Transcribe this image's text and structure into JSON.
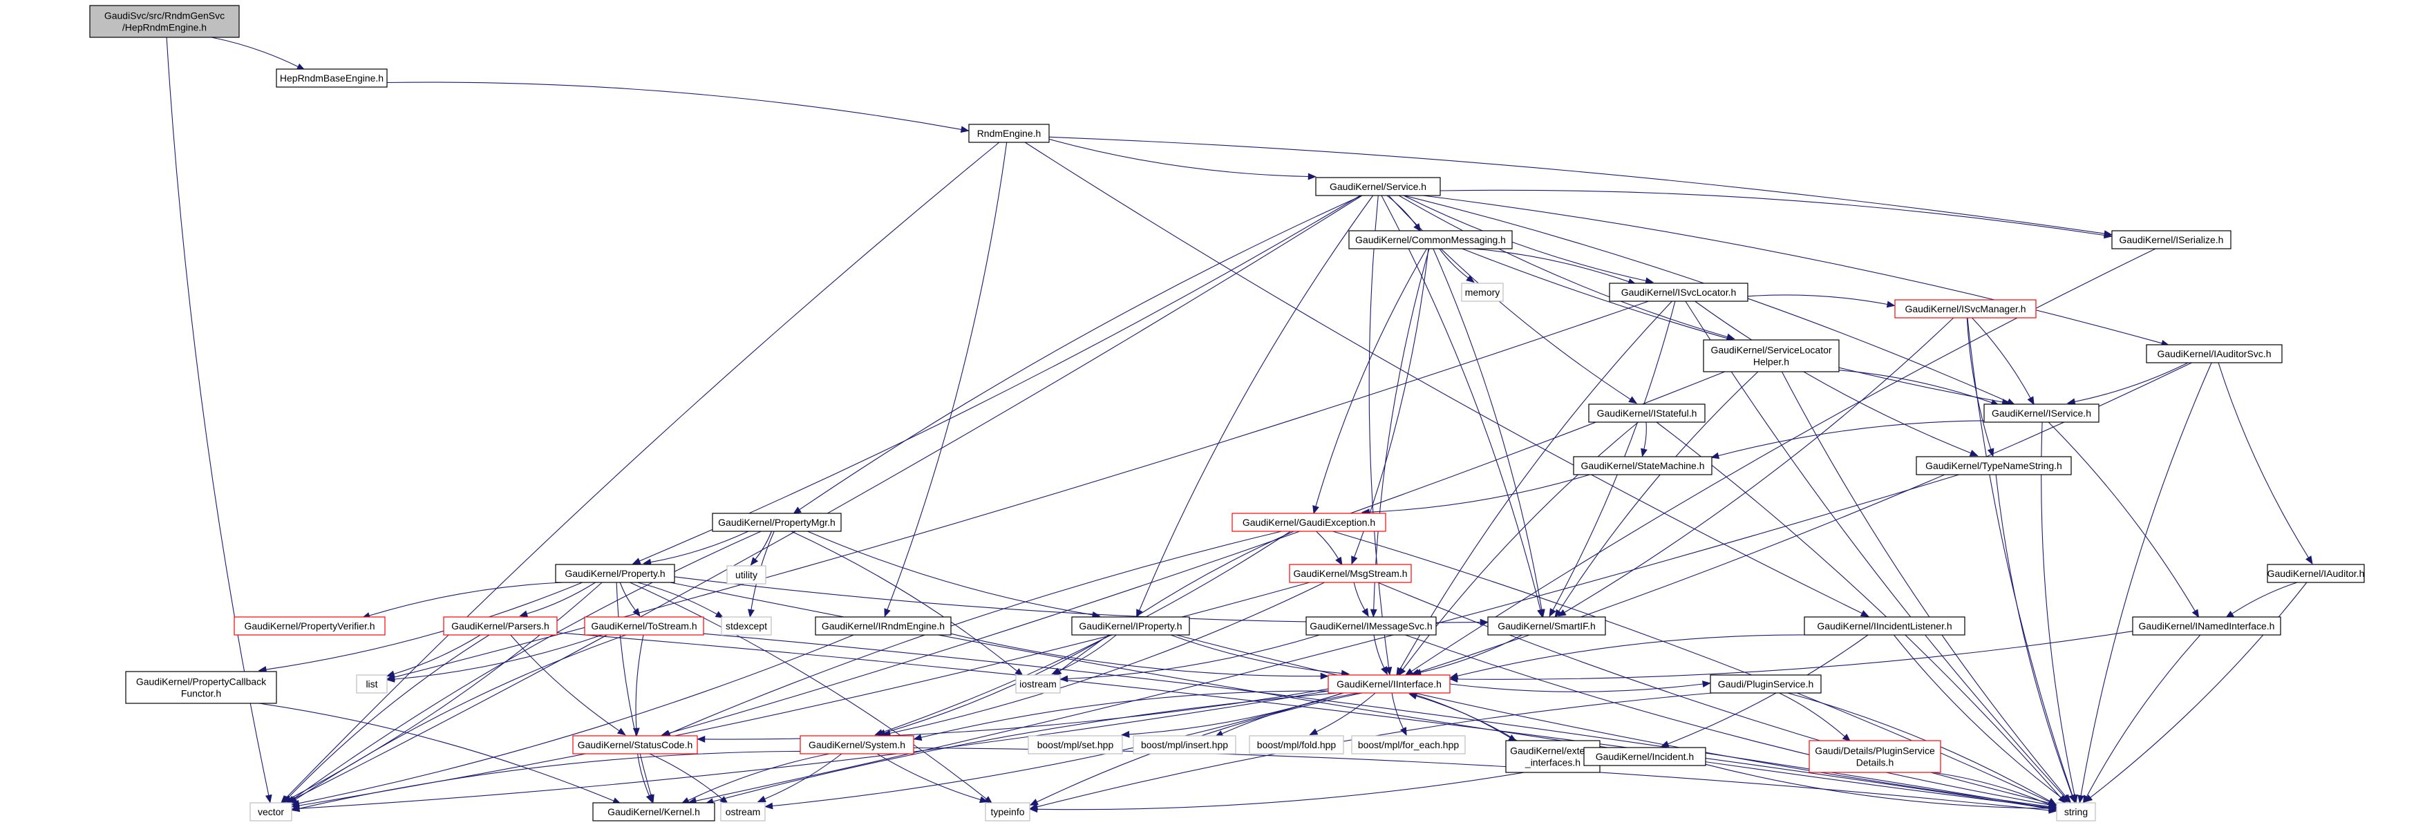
{
  "colors": {
    "edge": "#191970",
    "border_normal": "#000000",
    "border_truncated": "#ff0000",
    "border_external": "#bfbfbf",
    "fill_root": "#bfbfbf",
    "fill_normal": "#ffffff"
  },
  "nodes": [
    {
      "id": "root",
      "lines": [
        "GaudiSvc/src/RndmGenSvc",
        "/HepRndmEngine.h"
      ],
      "kind": "root"
    },
    {
      "id": "hepbase",
      "lines": [
        "HepRndmBaseEngine.h"
      ],
      "kind": "normal"
    },
    {
      "id": "rndmengine",
      "lines": [
        "RndmEngine.h"
      ],
      "kind": "normal"
    },
    {
      "id": "service",
      "lines": [
        "GaudiKernel/Service.h"
      ],
      "kind": "normal"
    },
    {
      "id": "commonmsg",
      "lines": [
        "GaudiKernel/CommonMessaging.h"
      ],
      "kind": "normal"
    },
    {
      "id": "memory",
      "lines": [
        "memory"
      ],
      "kind": "external"
    },
    {
      "id": "isvclocator",
      "lines": [
        "GaudiKernel/ISvcLocator.h"
      ],
      "kind": "normal"
    },
    {
      "id": "iserialize",
      "lines": [
        "GaudiKernel/ISerialize.h"
      ],
      "kind": "normal"
    },
    {
      "id": "svclochelper",
      "lines": [
        "GaudiKernel/ServiceLocator",
        "Helper.h"
      ],
      "kind": "normal"
    },
    {
      "id": "isvcmanager",
      "lines": [
        "GaudiKernel/ISvcManager.h"
      ],
      "kind": "truncated"
    },
    {
      "id": "iauditorsvc",
      "lines": [
        "GaudiKernel/IAuditorSvc.h"
      ],
      "kind": "normal"
    },
    {
      "id": "istateful",
      "lines": [
        "GaudiKernel/IStateful.h"
      ],
      "kind": "normal"
    },
    {
      "id": "iservice",
      "lines": [
        "GaudiKernel/IService.h"
      ],
      "kind": "normal"
    },
    {
      "id": "statemachine",
      "lines": [
        "GaudiKernel/StateMachine.h"
      ],
      "kind": "normal"
    },
    {
      "id": "typenamestring",
      "lines": [
        "GaudiKernel/TypeNameString.h"
      ],
      "kind": "normal"
    },
    {
      "id": "propertymgr",
      "lines": [
        "GaudiKernel/PropertyMgr.h"
      ],
      "kind": "normal"
    },
    {
      "id": "utility",
      "lines": [
        "utility"
      ],
      "kind": "external"
    },
    {
      "id": "gaudiexception",
      "lines": [
        "GaudiKernel/GaudiException.h"
      ],
      "kind": "truncated"
    },
    {
      "id": "property",
      "lines": [
        "GaudiKernel/Property.h"
      ],
      "kind": "normal"
    },
    {
      "id": "msgstream",
      "lines": [
        "GaudiKernel/MsgStream.h"
      ],
      "kind": "truncated"
    },
    {
      "id": "iauditor",
      "lines": [
        "GaudiKernel/IAuditor.h"
      ],
      "kind": "normal"
    },
    {
      "id": "propverifier",
      "lines": [
        "GaudiKernel/PropertyVerifier.h"
      ],
      "kind": "truncated"
    },
    {
      "id": "parsers",
      "lines": [
        "GaudiKernel/Parsers.h"
      ],
      "kind": "truncated"
    },
    {
      "id": "tostream",
      "lines": [
        "GaudiKernel/ToStream.h"
      ],
      "kind": "truncated"
    },
    {
      "id": "stdexcept",
      "lines": [
        "stdexcept"
      ],
      "kind": "external"
    },
    {
      "id": "irndmengine",
      "lines": [
        "GaudiKernel/IRndmEngine.h"
      ],
      "kind": "normal"
    },
    {
      "id": "iproperty",
      "lines": [
        "GaudiKernel/IProperty.h"
      ],
      "kind": "normal"
    },
    {
      "id": "imessagesvc",
      "lines": [
        "GaudiKernel/IMessageSvc.h"
      ],
      "kind": "normal"
    },
    {
      "id": "smartif",
      "lines": [
        "GaudiKernel/SmartIF.h"
      ],
      "kind": "normal"
    },
    {
      "id": "iincidentlistener",
      "lines": [
        "GaudiKernel/IIncidentListener.h"
      ],
      "kind": "normal"
    },
    {
      "id": "inamedinterface",
      "lines": [
        "GaudiKernel/INamedInterface.h"
      ],
      "kind": "normal"
    },
    {
      "id": "propcallback",
      "lines": [
        "GaudiKernel/PropertyCallback",
        "Functor.h"
      ],
      "kind": "normal"
    },
    {
      "id": "list",
      "lines": [
        "list"
      ],
      "kind": "external"
    },
    {
      "id": "iostream",
      "lines": [
        "iostream"
      ],
      "kind": "external"
    },
    {
      "id": "iinterface",
      "lines": [
        "GaudiKernel/IInterface.h"
      ],
      "kind": "truncated"
    },
    {
      "id": "pluginservice",
      "lines": [
        "Gaudi/PluginService.h"
      ],
      "kind": "normal"
    },
    {
      "id": "statuscode",
      "lines": [
        "GaudiKernel/StatusCode.h"
      ],
      "kind": "truncated"
    },
    {
      "id": "system",
      "lines": [
        "GaudiKernel/System.h"
      ],
      "kind": "truncated"
    },
    {
      "id": "mplset",
      "lines": [
        "boost/mpl/set.hpp"
      ],
      "kind": "external"
    },
    {
      "id": "mplinsert",
      "lines": [
        "boost/mpl/insert.hpp"
      ],
      "kind": "external"
    },
    {
      "id": "mplfold",
      "lines": [
        "boost/mpl/fold.hpp"
      ],
      "kind": "external"
    },
    {
      "id": "mplforeach",
      "lines": [
        "boost/mpl/for_each.hpp"
      ],
      "kind": "external"
    },
    {
      "id": "extendinterfaces",
      "lines": [
        "GaudiKernel/extend",
        "_interfaces.h"
      ],
      "kind": "normal"
    },
    {
      "id": "incident",
      "lines": [
        "GaudiKernel/Incident.h"
      ],
      "kind": "normal"
    },
    {
      "id": "pluginsvcdetails",
      "lines": [
        "Gaudi/Details/PluginService",
        "Details.h"
      ],
      "kind": "truncated"
    },
    {
      "id": "vector",
      "lines": [
        "vector"
      ],
      "kind": "external"
    },
    {
      "id": "kernel",
      "lines": [
        "GaudiKernel/Kernel.h"
      ],
      "kind": "normal"
    },
    {
      "id": "ostream",
      "lines": [
        "ostream"
      ],
      "kind": "external"
    },
    {
      "id": "typeinfo",
      "lines": [
        "typeinfo"
      ],
      "kind": "external"
    },
    {
      "id": "string",
      "lines": [
        "string"
      ],
      "kind": "external"
    }
  ],
  "edges": [
    [
      "root",
      "hepbase"
    ],
    [
      "root",
      "vector"
    ],
    [
      "hepbase",
      "rndmengine"
    ],
    [
      "rndmengine",
      "service"
    ],
    [
      "rndmengine",
      "irndmengine"
    ],
    [
      "rndmengine",
      "iincidentlistener"
    ],
    [
      "rndmengine",
      "iserialize"
    ],
    [
      "rndmengine",
      "vector"
    ],
    [
      "service",
      "commonmsg"
    ],
    [
      "service",
      "isvclocator"
    ],
    [
      "service",
      "iserialize"
    ],
    [
      "service",
      "svclochelper"
    ],
    [
      "service",
      "iauditorsvc"
    ],
    [
      "service",
      "istateful"
    ],
    [
      "service",
      "iservice"
    ],
    [
      "service",
      "propertymgr"
    ],
    [
      "service",
      "property"
    ],
    [
      "service",
      "iproperty"
    ],
    [
      "service",
      "smartif"
    ],
    [
      "service",
      "iinterface"
    ],
    [
      "service",
      "vector"
    ],
    [
      "commonmsg",
      "memory"
    ],
    [
      "commonmsg",
      "isvclocator"
    ],
    [
      "commonmsg",
      "gaudiexception"
    ],
    [
      "commonmsg",
      "msgstream"
    ],
    [
      "commonmsg",
      "imessagesvc"
    ],
    [
      "commonmsg",
      "smartif"
    ],
    [
      "commonmsg",
      "iservice"
    ],
    [
      "isvclocator",
      "isvcmanager"
    ],
    [
      "isvclocator",
      "typenamestring"
    ],
    [
      "isvclocator",
      "smartif"
    ],
    [
      "isvclocator",
      "iinterface"
    ],
    [
      "isvclocator",
      "list"
    ],
    [
      "isvclocator",
      "string"
    ],
    [
      "svclochelper",
      "iservice"
    ],
    [
      "svclochelper",
      "smartif"
    ],
    [
      "svclochelper",
      "statuscode"
    ],
    [
      "svclochelper",
      "string"
    ],
    [
      "isvcmanager",
      "iservice"
    ],
    [
      "isvcmanager",
      "typenamestring"
    ],
    [
      "isvcmanager",
      "smartif"
    ],
    [
      "isvcmanager",
      "string"
    ],
    [
      "iauditorsvc",
      "iservice"
    ],
    [
      "iauditorsvc",
      "iauditor"
    ],
    [
      "iauditorsvc",
      "iinterface"
    ],
    [
      "iauditorsvc",
      "string"
    ],
    [
      "istateful",
      "statemachine"
    ],
    [
      "istateful",
      "iinterface"
    ],
    [
      "istateful",
      "string"
    ],
    [
      "iservice",
      "statemachine"
    ],
    [
      "iservice",
      "inamedinterface"
    ],
    [
      "iservice",
      "string"
    ],
    [
      "statemachine",
      "gaudiexception"
    ],
    [
      "typenamestring",
      "string"
    ],
    [
      "typenamestring",
      "kernel"
    ],
    [
      "iserialize",
      "iinterface"
    ],
    [
      "propertymgr",
      "property"
    ],
    [
      "propertymgr",
      "iproperty"
    ],
    [
      "propertymgr",
      "utility"
    ],
    [
      "propertymgr",
      "stdexcept"
    ],
    [
      "propertymgr",
      "iostream"
    ],
    [
      "propertymgr",
      "vector"
    ],
    [
      "gaudiexception",
      "msgstream"
    ],
    [
      "gaudiexception",
      "statuscode"
    ],
    [
      "gaudiexception",
      "system"
    ],
    [
      "gaudiexception",
      "iostream"
    ],
    [
      "gaudiexception",
      "string"
    ],
    [
      "property",
      "propverifier"
    ],
    [
      "property",
      "parsers"
    ],
    [
      "property",
      "tostream"
    ],
    [
      "property",
      "propcallback"
    ],
    [
      "property",
      "smartif"
    ],
    [
      "property",
      "stdexcept"
    ],
    [
      "property",
      "string"
    ],
    [
      "property",
      "vector"
    ],
    [
      "property",
      "kernel"
    ],
    [
      "property",
      "typeinfo"
    ],
    [
      "msgstream",
      "imessagesvc"
    ],
    [
      "msgstream",
      "system"
    ],
    [
      "msgstream",
      "string"
    ],
    [
      "msgstream",
      "vector"
    ],
    [
      "iauditor",
      "inamedinterface"
    ],
    [
      "iauditor",
      "string"
    ],
    [
      "parsers",
      "statuscode"
    ],
    [
      "parsers",
      "list"
    ],
    [
      "parsers",
      "vector"
    ],
    [
      "parsers",
      "string"
    ],
    [
      "tostream",
      "statuscode"
    ],
    [
      "tostream",
      "list"
    ],
    [
      "tostream",
      "vector"
    ],
    [
      "tostream",
      "string"
    ],
    [
      "irndmengine",
      "iinterface"
    ],
    [
      "irndmengine",
      "vector"
    ],
    [
      "iproperty",
      "iinterface"
    ],
    [
      "iproperty",
      "iostream"
    ],
    [
      "iproperty",
      "string"
    ],
    [
      "iproperty",
      "system"
    ],
    [
      "imessagesvc",
      "iinterface"
    ],
    [
      "imessagesvc",
      "iostream"
    ],
    [
      "imessagesvc",
      "string"
    ],
    [
      "smartif",
      "iinterface"
    ],
    [
      "iincidentlistener",
      "iinterface"
    ],
    [
      "iincidentlistener",
      "incident"
    ],
    [
      "iincidentlistener",
      "string"
    ],
    [
      "inamedinterface",
      "iinterface"
    ],
    [
      "inamedinterface",
      "string"
    ],
    [
      "propcallback",
      "kernel"
    ],
    [
      "iinterface",
      "pluginservice"
    ],
    [
      "iinterface",
      "statuscode"
    ],
    [
      "iinterface",
      "system"
    ],
    [
      "iinterface",
      "mplset"
    ],
    [
      "iinterface",
      "mplinsert"
    ],
    [
      "iinterface",
      "mplfold"
    ],
    [
      "iinterface",
      "mplforeach"
    ],
    [
      "iinterface",
      "extendinterfaces"
    ],
    [
      "iinterface",
      "kernel"
    ],
    [
      "iinterface",
      "ostream"
    ],
    [
      "iinterface",
      "typeinfo"
    ],
    [
      "iinterface",
      "vector"
    ],
    [
      "extendinterfaces",
      "iinterface"
    ],
    [
      "pluginservice",
      "pluginsvcdetails"
    ],
    [
      "pluginservice",
      "typeinfo"
    ],
    [
      "pluginservice",
      "string"
    ],
    [
      "statuscode",
      "kernel"
    ],
    [
      "statuscode",
      "ostream"
    ],
    [
      "system",
      "kernel"
    ],
    [
      "system",
      "ostream"
    ],
    [
      "system",
      "typeinfo"
    ],
    [
      "system",
      "string"
    ],
    [
      "system",
      "vector"
    ],
    [
      "incident",
      "typeinfo"
    ],
    [
      "incident",
      "string"
    ],
    [
      "pluginsvcdetails",
      "string"
    ]
  ]
}
